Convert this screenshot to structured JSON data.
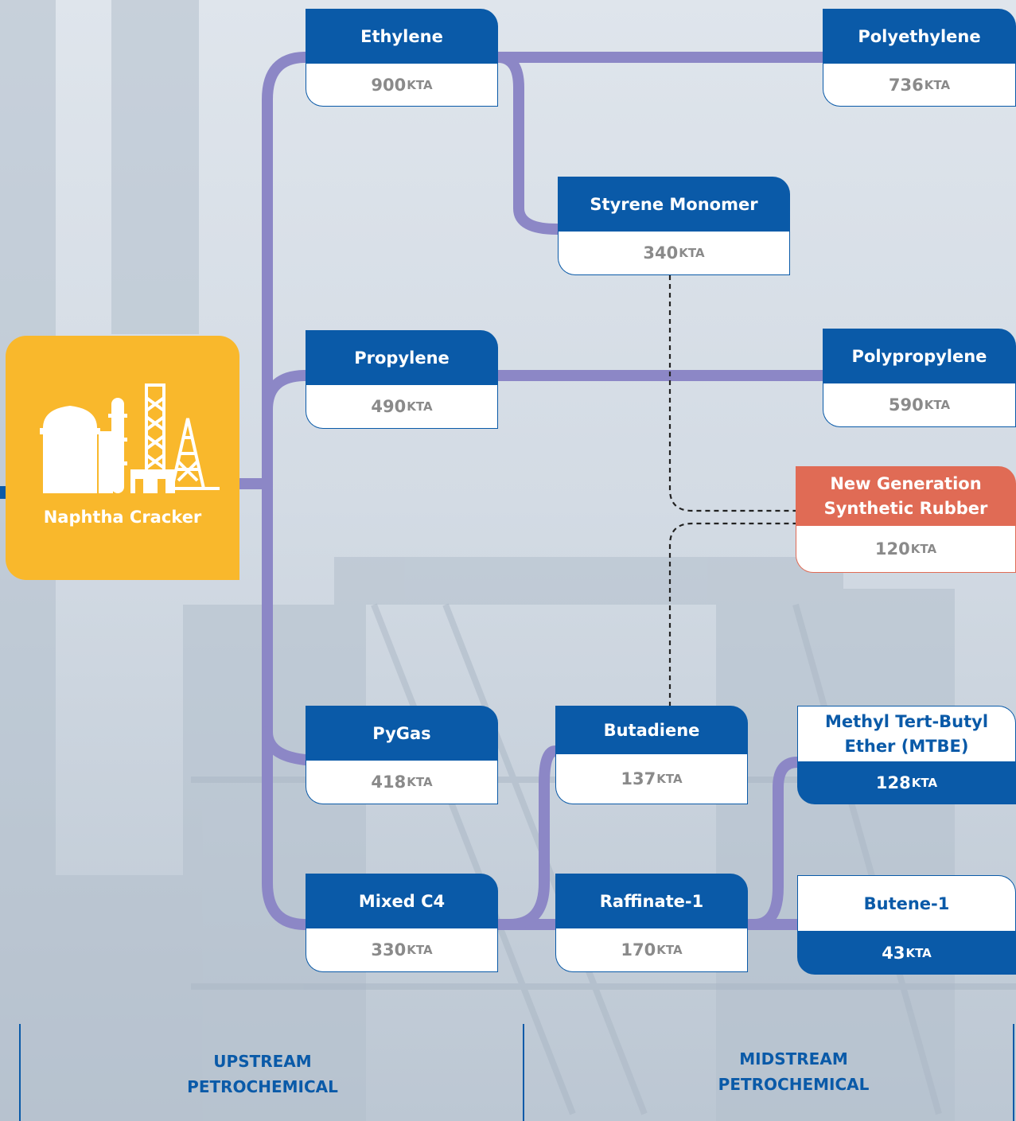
{
  "source": {
    "label": "Naphtha Cracker",
    "icon": "refinery-plant-icon"
  },
  "unit": "KTA",
  "nodes": {
    "ethylene": {
      "name": "Ethylene",
      "value": "900"
    },
    "polyethylene": {
      "name": "Polyethylene",
      "value": "736"
    },
    "styrene": {
      "name": "Styrene Monomer",
      "value": "340"
    },
    "propylene": {
      "name": "Propylene",
      "value": "490"
    },
    "polypropylene": {
      "name": "Polypropylene",
      "value": "590"
    },
    "ngsr": {
      "name": "New Generation Synthetic Rubber",
      "value": "120"
    },
    "pygas": {
      "name": "PyGas",
      "value": "418"
    },
    "butadiene": {
      "name": "Butadiene",
      "value": "137"
    },
    "mtbe": {
      "name": "Methyl Tert-Butyl Ether (MTBE)",
      "value": "128"
    },
    "mixedc4": {
      "name": "Mixed C4",
      "value": "330"
    },
    "raffinate": {
      "name": "Raffinate-1",
      "value": "170"
    },
    "butene": {
      "name": "Butene-1",
      "value": "43"
    }
  },
  "streams": {
    "upstream": "UPSTREAM PETROCHEMICAL",
    "midstream": "MIDSTREAM PETROCHEMICAL"
  },
  "colors": {
    "primary": "#0a5aa8",
    "accent": "#f9b82c",
    "highlight": "#e06b55",
    "connector": "#8c87c6"
  }
}
